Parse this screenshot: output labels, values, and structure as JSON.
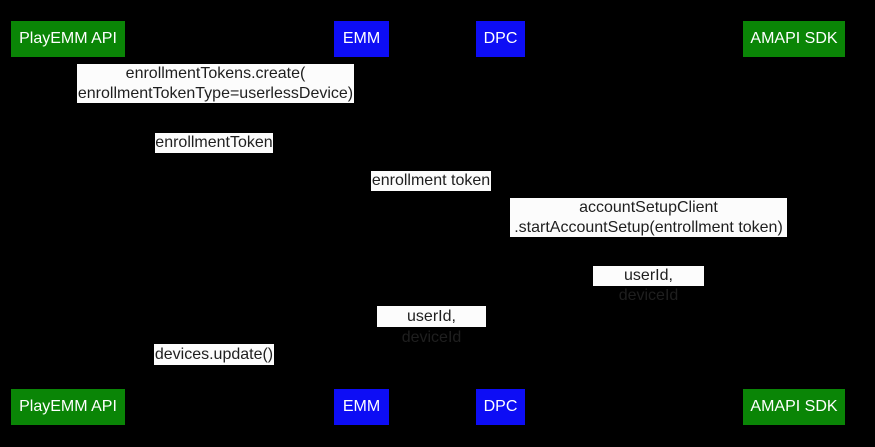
{
  "diagram": {
    "type": "sequence-diagram"
  },
  "colors": {
    "background": "#000000",
    "actor_green": "#0a8506",
    "actor_blue": "#0d0df5",
    "actor_text": "#ffffff",
    "label_bg": "#fcfcfc",
    "label_text": "#1f1f1f"
  },
  "actors": [
    {
      "label": "PlayEMM API",
      "color": "green"
    },
    {
      "label": "EMM",
      "color": "blue"
    },
    {
      "label": "DPC",
      "color": "blue"
    },
    {
      "label": "AMAPI SDK",
      "color": "green"
    }
  ],
  "messages": [
    {
      "text": "enrollmentTokens.create(\nenrollmentTokenType=userlessDevice)"
    },
    {
      "text": "enrollmentToken"
    },
    {
      "text": "enrollment token"
    },
    {
      "text": "accountSetupClient\n.startAccountSetup(entrollment token)"
    },
    {
      "text": "userId, deviceId"
    },
    {
      "text": "userId, deviceId"
    },
    {
      "text": "devices.update()"
    }
  ]
}
